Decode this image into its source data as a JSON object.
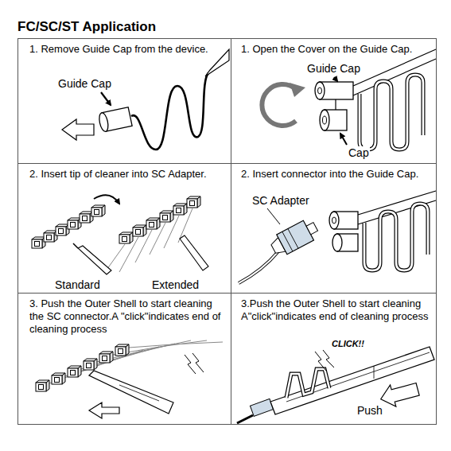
{
  "diagram": {
    "title": "FC/SC/ST Application",
    "nodes": [
      {
        "text": [
          "1. Remove Guide Cap from the device."
        ]
      },
      {
        "text": [
          "1. Open the Cover on the Guide Cap."
        ]
      },
      {
        "text": [
          "2. Insert tip of cleaner into SC Adapter."
        ]
      },
      {
        "text": [
          "2. Insert connector into the Guide Cap."
        ]
      },
      {
        "text": [
          "3. Push the Outer Shell to start cleaning the SC connector.A \"click\"indicates end of cleaning process"
        ]
      },
      {
        "text": [
          "3.Push the Outer Shell to start cleaning A\"click\"indicates end of cleaning process"
        ]
      }
    ],
    "labels": [
      "Guide Cap",
      "Guide Cap",
      "Cap",
      "Standard",
      "Extended",
      "SC Adapter",
      "CLICK!!",
      "Push"
    ]
  }
}
